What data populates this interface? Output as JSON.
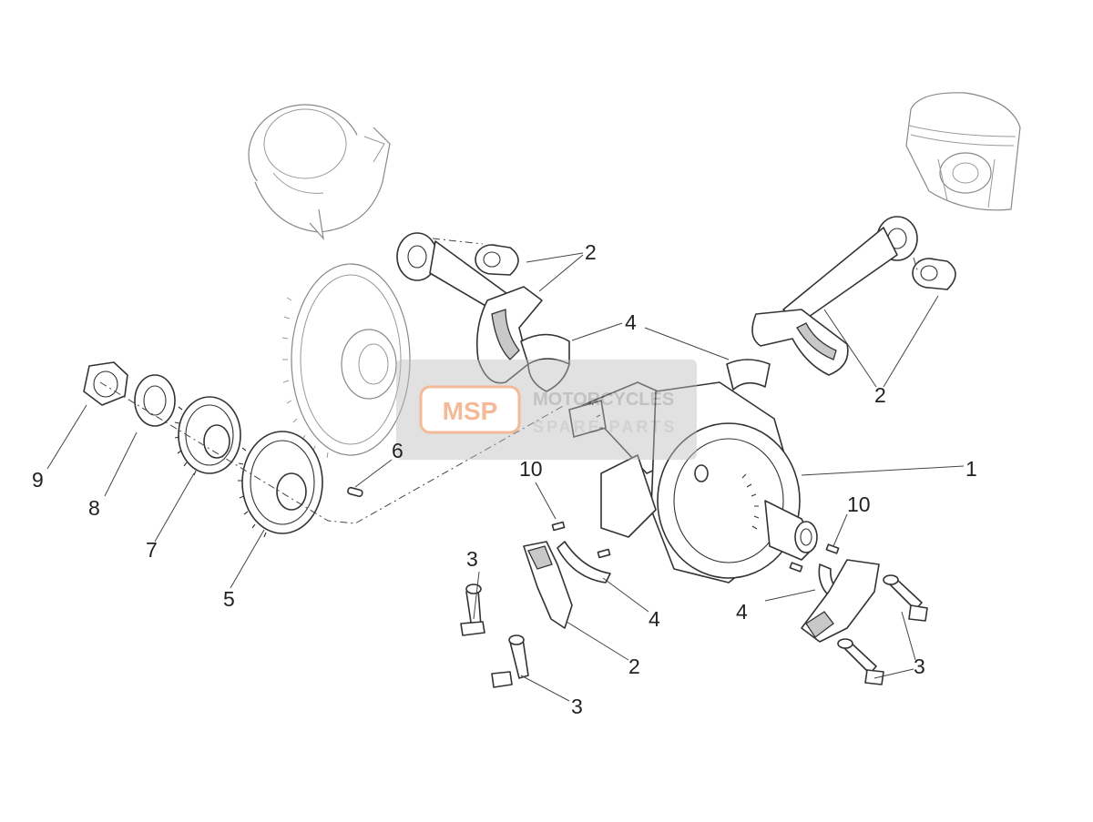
{
  "callouts": {
    "c1": "1",
    "c2a": "2",
    "c2b": "2",
    "c2c": "2",
    "c3a": "3",
    "c3b": "3",
    "c3c": "3",
    "c4a": "4",
    "c4b": "4",
    "c4c": "4",
    "c5": "5",
    "c6": "6",
    "c7": "7",
    "c8": "8",
    "c9": "9",
    "c10a": "10",
    "c10b": "10"
  },
  "watermark": {
    "logo": "MSP",
    "line1": "MOTORCYCLES",
    "line2": "SPARE PARTS"
  },
  "colors": {
    "watermark_orange": "#e8651a",
    "watermark_gray": "#7a7a7a",
    "line": "#333333"
  }
}
